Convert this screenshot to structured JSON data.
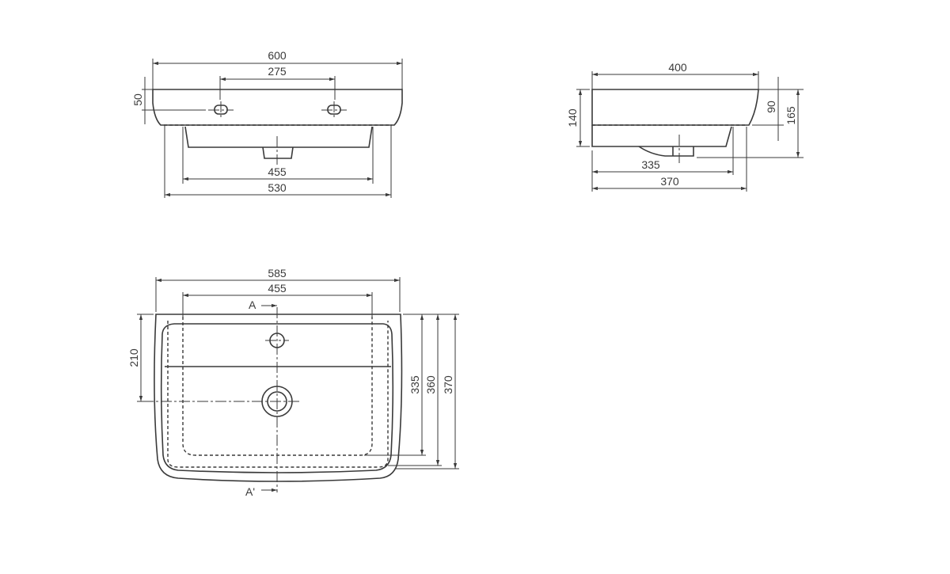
{
  "title": "Washbasin dimension drawing",
  "front_view": {
    "overall_width": "600",
    "tap_hole_spacing": "275",
    "tap_hole_offset": "50",
    "bowl_inner_width": "455",
    "pedestal_width": "530"
  },
  "side_view": {
    "overall_depth": "400",
    "height": "140",
    "rim_height": "90",
    "total_height": "165",
    "drain_depth": "335",
    "body_depth": "370"
  },
  "plan_view": {
    "overall_width": "585",
    "bowl_width": "455",
    "drain_offset": "210",
    "bowl_depth": "335",
    "inner_depth": "360",
    "overall_depth": "370",
    "section_start": "A",
    "section_end": "A'"
  },
  "colors": {
    "line": "#3a3a3a",
    "background": "#ffffff"
  }
}
